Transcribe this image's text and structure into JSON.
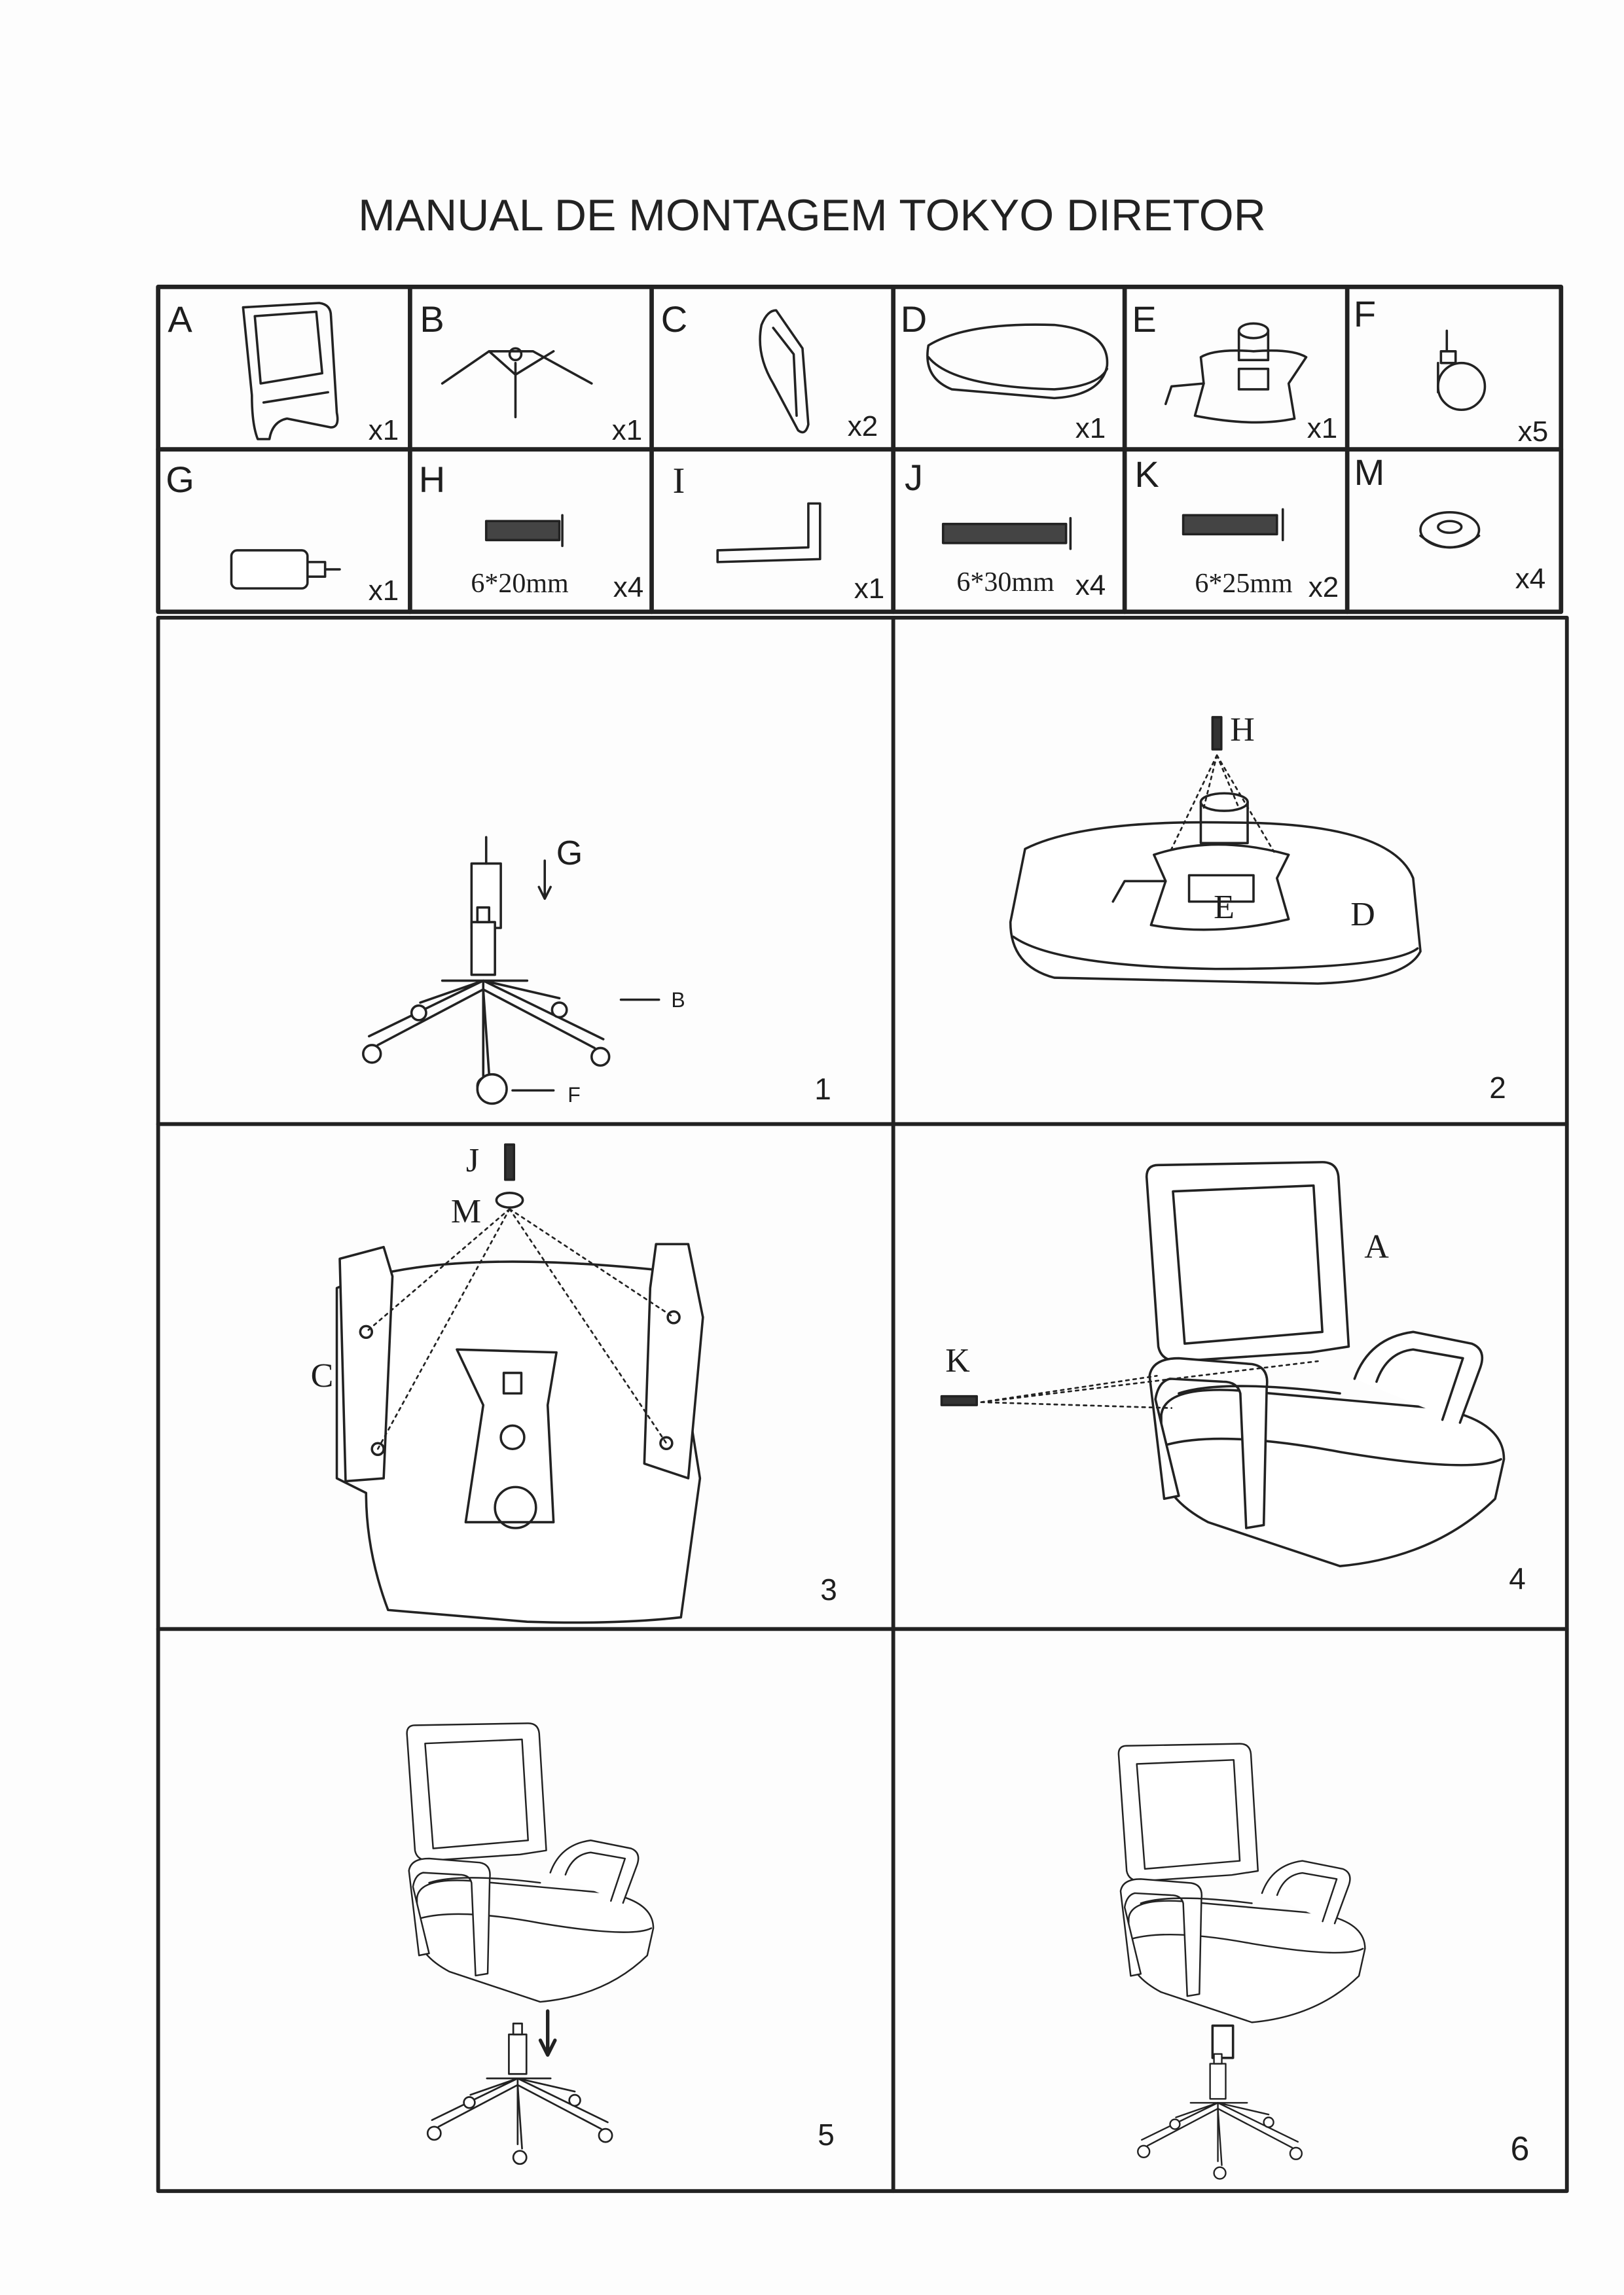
{
  "title": "MANUAL DE MONTAGEM TOKYO DIRETOR",
  "parts": [
    {
      "letter": "A",
      "qty": "x1"
    },
    {
      "letter": "B",
      "qty": "x1"
    },
    {
      "letter": "C",
      "qty": "x2"
    },
    {
      "letter": "D",
      "qty": "x1"
    },
    {
      "letter": "E",
      "qty": "x1"
    },
    {
      "letter": "F",
      "qty": "x5"
    },
    {
      "letter": "G",
      "qty": "x1"
    },
    {
      "letter": "H",
      "qty": "x4",
      "size": "6*20mm"
    },
    {
      "letter": "I",
      "qty": "x1"
    },
    {
      "letter": "J",
      "qty": "x4",
      "size": "6*30mm"
    },
    {
      "letter": "K",
      "qty": "x2",
      "size": "6*25mm"
    },
    {
      "letter": "M",
      "qty": "x4"
    }
  ],
  "steps": [
    {
      "number": "1",
      "labels": [
        "G",
        "B",
        "F"
      ]
    },
    {
      "number": "2",
      "labels": [
        "H",
        "E",
        "D"
      ]
    },
    {
      "number": "3",
      "labels": [
        "J",
        "M",
        "C"
      ]
    },
    {
      "number": "4",
      "labels": [
        "A",
        "K"
      ]
    },
    {
      "number": "5",
      "labels": []
    },
    {
      "number": "6",
      "labels": []
    }
  ]
}
